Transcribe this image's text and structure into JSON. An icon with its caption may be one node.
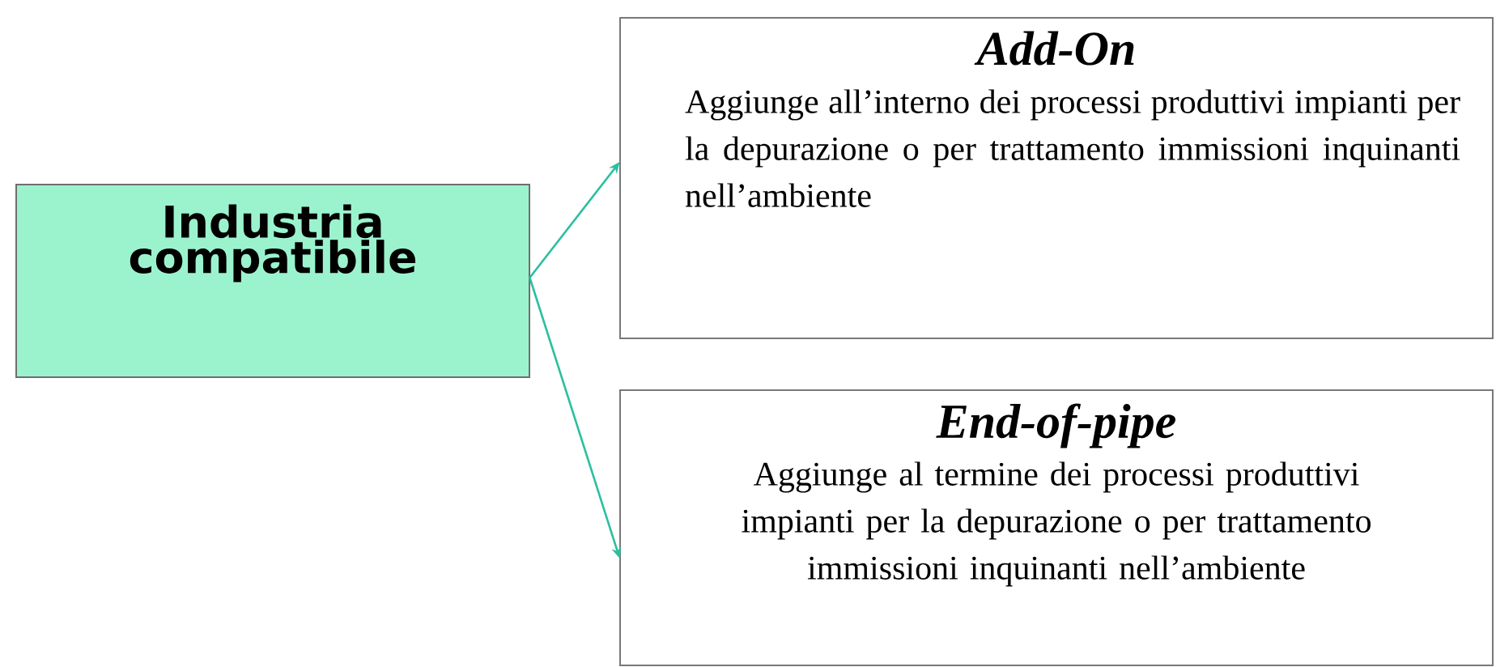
{
  "diagram": {
    "nodes": [
      {
        "text": [
          "Industria compatibile"
        ]
      },
      {
        "text": [
          "Add-On",
          "Aggiunge all’interno dei processi produttivi impianti per la depurazione o per trattamento immissioni inquinanti nell’ambiente"
        ]
      },
      {
        "text": [
          "End-of-pipe",
          "Aggiunge al termine dei processi produttivi impianti per la depurazione o per trattamento immissioni inquinanti nell’ambiente"
        ]
      }
    ],
    "edges": [
      {
        "from": 0,
        "to": 1,
        "arrow": "to"
      },
      {
        "from": 0,
        "to": 2,
        "arrow": "to"
      }
    ]
  }
}
